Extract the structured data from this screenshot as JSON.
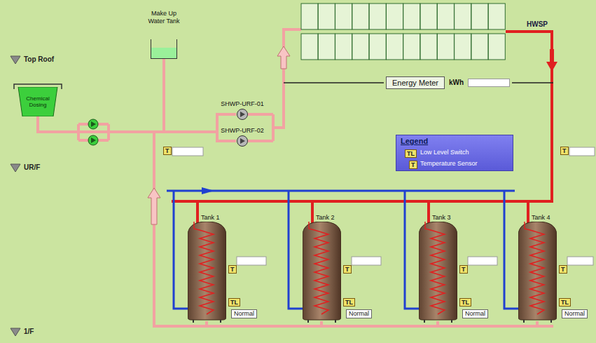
{
  "diagram": {
    "nodes": [
      {
        "text": [
          "Make Up Water Tank"
        ]
      },
      {
        "text": [
          "Chemical Dosing"
        ]
      },
      {
        "text": [
          "SHWP-URF-01"
        ]
      },
      {
        "text": [
          "SHWP-URF-02"
        ]
      },
      {
        "text": [
          "Energy Meter",
          "kWh"
        ]
      },
      {
        "text": [
          "T"
        ]
      },
      {
        "text": [
          "T"
        ]
      },
      {
        "text": [
          "Legend"
        ]
      },
      {
        "text": [
          "Tank 1"
        ]
      },
      {
        "text": [
          "T"
        ]
      },
      {
        "text": [
          "TL"
        ]
      },
      {
        "text": [
          "Normal"
        ]
      },
      {
        "text": [
          "Tank 2"
        ]
      },
      {
        "text": [
          "T"
        ]
      },
      {
        "text": [
          "TL"
        ]
      },
      {
        "text": [
          "Normal"
        ]
      },
      {
        "text": [
          "Tank 3"
        ]
      },
      {
        "text": [
          "T"
        ]
      },
      {
        "text": [
          "TL"
        ]
      },
      {
        "text": [
          "Normal"
        ]
      },
      {
        "text": [
          "Tank 4"
        ]
      },
      {
        "text": [
          "T"
        ]
      },
      {
        "text": [
          "TL"
        ]
      },
      {
        "text": [
          "Normal"
        ]
      }
    ],
    "edges": [
      {
        "from": 0,
        "to": 2,
        "arrow": "none"
      },
      {
        "from": 0,
        "to": 3,
        "arrow": "none"
      },
      {
        "from": 1,
        "to": 2,
        "arrow": "none"
      },
      {
        "from": 1,
        "to": 3,
        "arrow": "none"
      }
    ],
    "labels": [
      "Top Roof",
      "UR/F",
      "1/F",
      "HWSP",
      "TL",
      "T"
    ],
    "legend": [
      {
        "text": "Low Level Switch"
      },
      {
        "text": "Temperature Sensor"
      }
    ]
  }
}
